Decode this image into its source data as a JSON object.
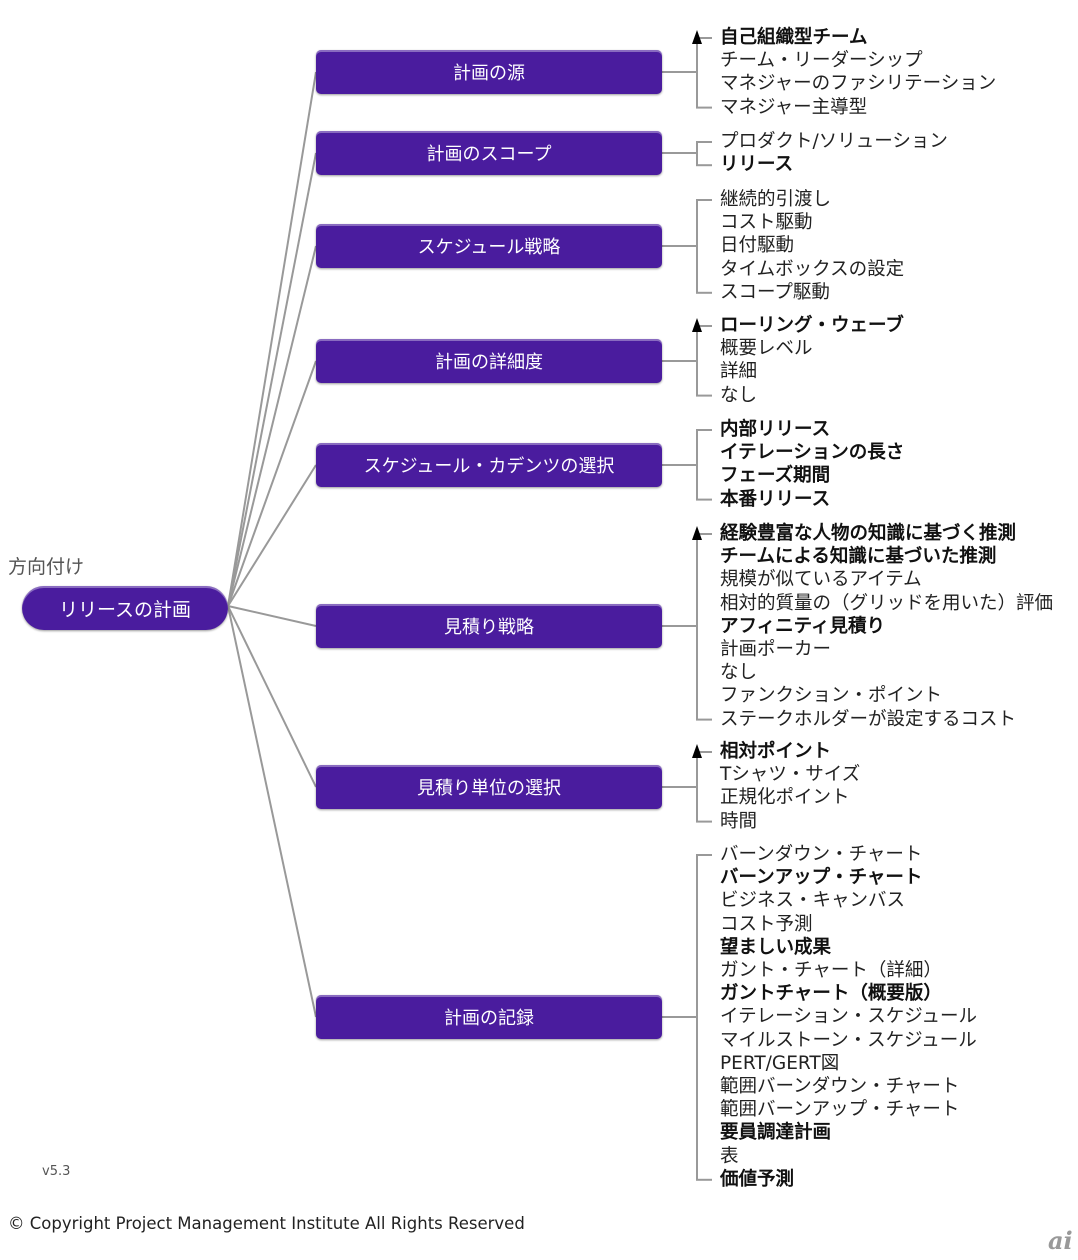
{
  "root": {
    "category": "方向付け",
    "label": "リリースの計画"
  },
  "groups": [
    {
      "label": "計画の源",
      "arrow": "top",
      "items": [
        {
          "text": "自己組織型チーム",
          "bold": true
        },
        {
          "text": "チーム・リーダーシップ",
          "bold": false
        },
        {
          "text": "マネジャーのファシリテーション",
          "bold": false
        },
        {
          "text": "マネジャー主導型",
          "bold": false
        }
      ]
    },
    {
      "label": "計画のスコープ",
      "arrow": "none",
      "items": [
        {
          "text": "プロダクト/ソリューション",
          "bold": false
        },
        {
          "text": "リリース",
          "bold": true
        }
      ]
    },
    {
      "label": "スケジュール戦略",
      "arrow": "none",
      "items": [
        {
          "text": "継続的引渡し",
          "bold": false
        },
        {
          "text": "コスト駆動",
          "bold": false
        },
        {
          "text": "日付駆動",
          "bold": false
        },
        {
          "text": "タイムボックスの設定",
          "bold": false
        },
        {
          "text": "スコープ駆動",
          "bold": false
        }
      ]
    },
    {
      "label": "計画の詳細度",
      "arrow": "top",
      "items": [
        {
          "text": "ローリング・ウェーブ",
          "bold": true
        },
        {
          "text": "概要レベル",
          "bold": false
        },
        {
          "text": "詳細",
          "bold": false
        },
        {
          "text": "なし",
          "bold": false
        }
      ]
    },
    {
      "label": "スケジュール・カデンツの選択",
      "arrow": "none",
      "items": [
        {
          "text": "内部リリース",
          "bold": true
        },
        {
          "text": "イテレーションの長さ",
          "bold": true
        },
        {
          "text": "フェーズ期間",
          "bold": true
        },
        {
          "text": "本番リリース",
          "bold": true
        }
      ]
    },
    {
      "label": "見積り戦略",
      "arrow": "top",
      "items": [
        {
          "text": "経験豊富な人物の知識に基づく推測",
          "bold": true
        },
        {
          "text": "チームによる知識に基づいた推測",
          "bold": true
        },
        {
          "text": "規模が似ているアイテム",
          "bold": false
        },
        {
          "text": "相対的質量の（グリッドを用いた）評価",
          "bold": false
        },
        {
          "text": "アフィニティ見積り",
          "bold": true
        },
        {
          "text": "計画ポーカー",
          "bold": false
        },
        {
          "text": "なし",
          "bold": false
        },
        {
          "text": "ファンクション・ポイント",
          "bold": false
        },
        {
          "text": "ステークホルダーが設定するコスト",
          "bold": false
        }
      ]
    },
    {
      "label": "見積り単位の選択",
      "arrow": "top",
      "items": [
        {
          "text": "相対ポイント",
          "bold": true
        },
        {
          "text": "Tシャツ・サイズ",
          "bold": false
        },
        {
          "text": "正規化ポイント",
          "bold": false
        },
        {
          "text": "時間",
          "bold": false
        }
      ]
    },
    {
      "label": "計画の記録",
      "arrow": "none",
      "items": [
        {
          "text": "バーンダウン・チャート",
          "bold": false
        },
        {
          "text": "バーンアップ・チャート",
          "bold": true
        },
        {
          "text": "ビジネス・キャンバス",
          "bold": false
        },
        {
          "text": "コスト予測",
          "bold": false
        },
        {
          "text": "望ましい成果",
          "bold": true
        },
        {
          "text": "ガント・チャート（詳細）",
          "bold": false
        },
        {
          "text": "ガントチャート（概要版）",
          "bold": true
        },
        {
          "text": "イテレーション・スケジュール",
          "bold": false
        },
        {
          "text": "マイルストーン・スケジュール",
          "bold": false
        },
        {
          "text": "PERT/GERT図",
          "bold": false
        },
        {
          "text": "範囲バーンダウン・チャート",
          "bold": false
        },
        {
          "text": "範囲バーンアップ・チャート",
          "bold": false
        },
        {
          "text": "要員調達計画",
          "bold": true
        },
        {
          "text": "表",
          "bold": false
        },
        {
          "text": "価値予測",
          "bold": true
        }
      ]
    }
  ],
  "footer": {
    "version": "v5.3",
    "copyright": "© Copyright Project Management Institute All Rights Reserved",
    "watermark": "ai"
  }
}
